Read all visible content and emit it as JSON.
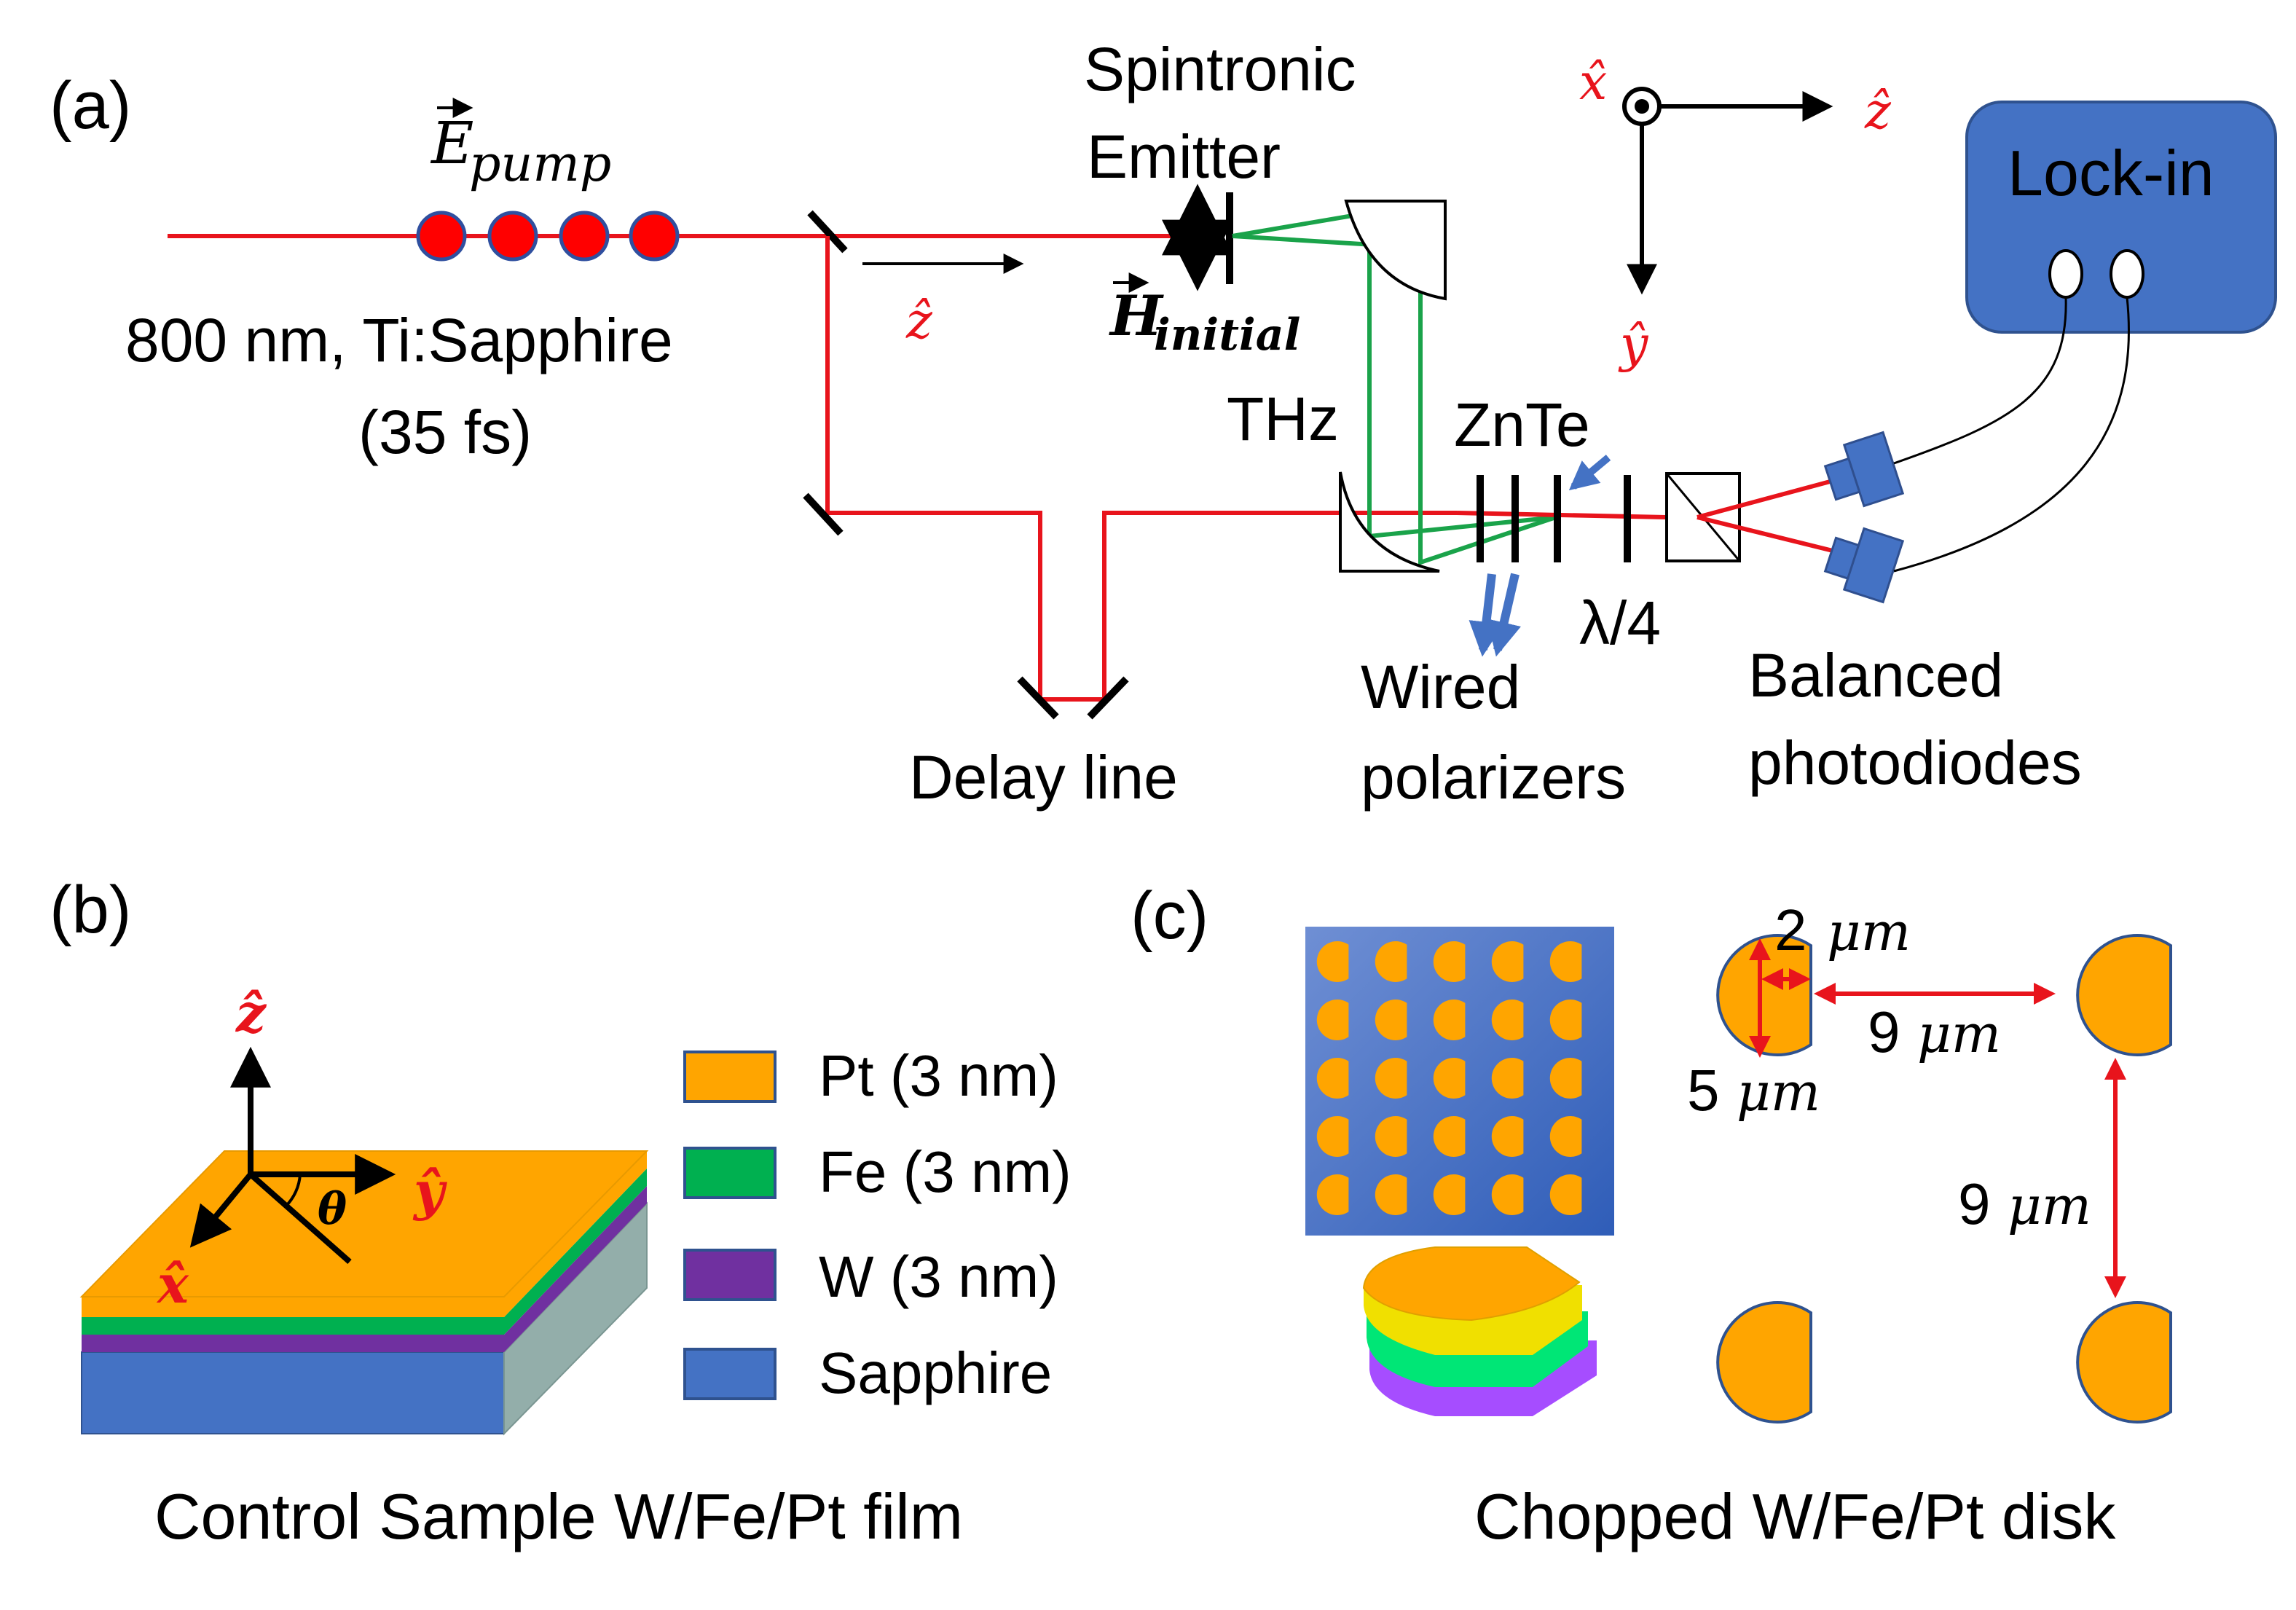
{
  "panels": {
    "a": "(a)",
    "b": "(b)",
    "c": "(c)"
  },
  "setup": {
    "pump_vector_symbol": "E",
    "pump_vector_subscript": "pump",
    "laser_line1": "800 nm, Ti:Sapphire",
    "laser_line2": "(35 fs)",
    "z_hat": "ẑ",
    "emitter_line1": "Spintronic",
    "emitter_line2": "Emitter",
    "h_symbol": "H",
    "h_subscript": "initial",
    "thz_label": "THz",
    "znte_label": "ZnTe",
    "quarter_wave_label": "λ/4",
    "polarizers_line1": "Wired",
    "polarizers_line2": "polarizers",
    "delay_label": "Delay line",
    "photodiodes_line1": "Balanced",
    "photodiodes_line2": "photodiodes",
    "lockin_label": "Lock-in",
    "axes": {
      "x": "x̂",
      "y": "ŷ",
      "z": "ẑ"
    }
  },
  "film": {
    "axes": {
      "x": "x̂",
      "y": "ŷ",
      "z": "ẑ"
    },
    "angle_label": "θ",
    "legend": [
      {
        "label": "Pt (3 nm)",
        "color": "#ffa500"
      },
      {
        "label": "Fe (3 nm)",
        "color": "#00b050"
      },
      {
        "label": "W (3 nm)",
        "color": "#7030a0"
      },
      {
        "label": "Sapphire",
        "color": "#4472c4"
      }
    ],
    "caption": "Control Sample W/Fe/Pt film"
  },
  "disk": {
    "dim_chord_value": "2",
    "dim_diameter_value": "5",
    "dim_spacing_h_value": "9",
    "dim_spacing_v_value": "9",
    "unit": "μm",
    "caption": "Chopped W/Fe/Pt disk",
    "array_rows": 5,
    "array_cols": 5
  },
  "colors": {
    "beam": "#e8141c",
    "thz_beam": "#1aa34a",
    "disk_fill": "#ffa500",
    "lockin_fill": "#4472c4",
    "arrow_blue": "#4472c4"
  }
}
